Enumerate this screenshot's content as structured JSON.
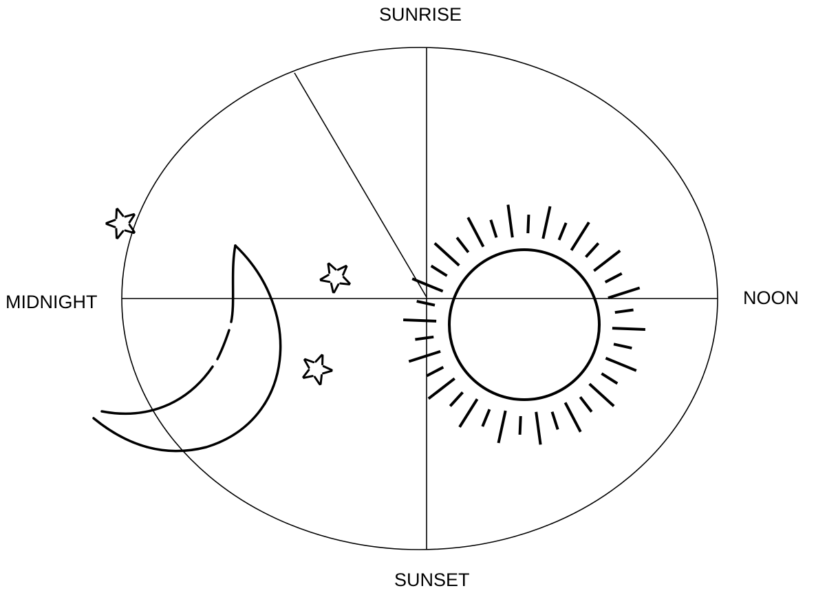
{
  "labels": {
    "top": "SUNRISE",
    "bottom": "SUNSET",
    "left": "MIDNIGHT",
    "right": "NOON"
  },
  "icons": {
    "sun": "sun-icon",
    "moon": "crescent-moon-icon",
    "star": "star-icon"
  },
  "colors": {
    "stroke": "#000000",
    "background": "#ffffff"
  }
}
